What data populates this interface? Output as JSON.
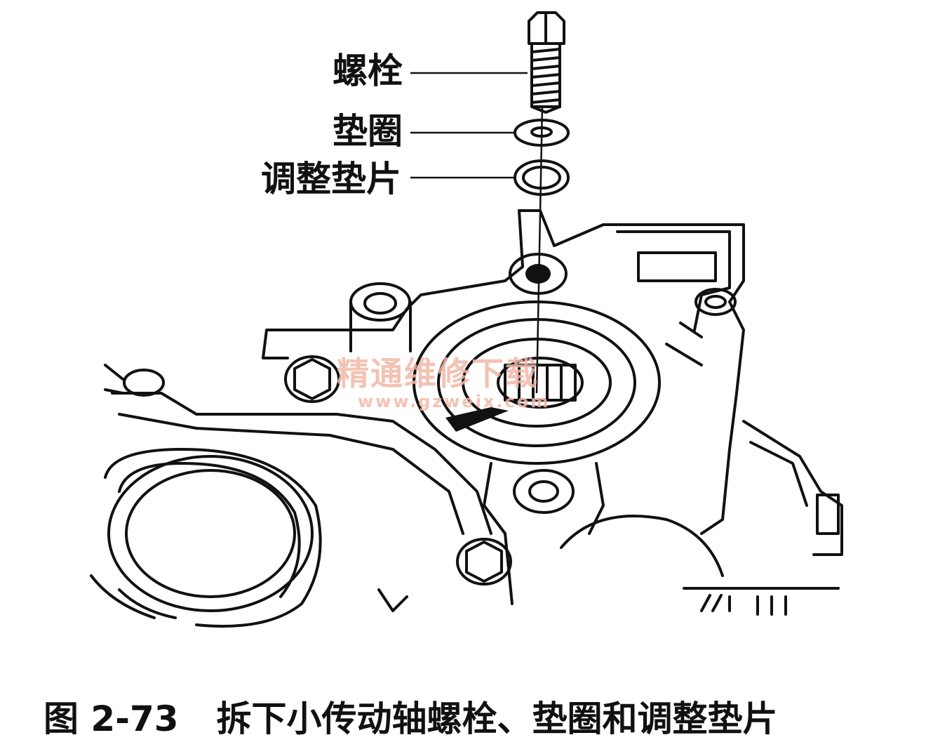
{
  "labels": {
    "bolt": "螺栓",
    "washer": "垫圈",
    "shim": "调整垫片"
  },
  "caption": {
    "number": "图 2-73",
    "text": "拆下小传动轴螺栓、垫圈和调整垫片"
  },
  "watermark": {
    "name": "精通维修下载",
    "url": "www.gzweix.com"
  },
  "colors": {
    "ink": "#111111",
    "watermark": "#f2b8a8"
  }
}
